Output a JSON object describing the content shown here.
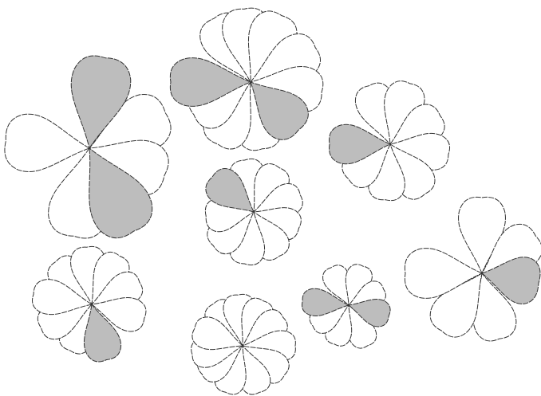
{
  "colors": {
    "background": "#ffffff",
    "outline": "#333333",
    "shaded_fill": "#bdbdbd",
    "plain_fill": "#ffffff"
  },
  "figures": [
    {
      "name": "flower-large-left",
      "petal_count": 6,
      "shaded_petal_count": 2
    },
    {
      "name": "flower-top-center",
      "petal_count": 10,
      "shaded_petal_count": 2
    },
    {
      "name": "flower-right-upper",
      "petal_count": 8,
      "shaded_petal_count": 1
    },
    {
      "name": "flower-center",
      "petal_count": 9,
      "shaded_petal_count": 1
    },
    {
      "name": "flower-bottom-left",
      "petal_count": 9,
      "shaded_petal_count": 1
    },
    {
      "name": "flower-bottom-center",
      "petal_count": 11,
      "shaded_petal_count": 0
    },
    {
      "name": "flower-small-right",
      "petal_count": 8,
      "shaded_petal_count": 2
    },
    {
      "name": "flower-right-lower",
      "petal_count": 6,
      "shaded_petal_count": 1
    }
  ]
}
